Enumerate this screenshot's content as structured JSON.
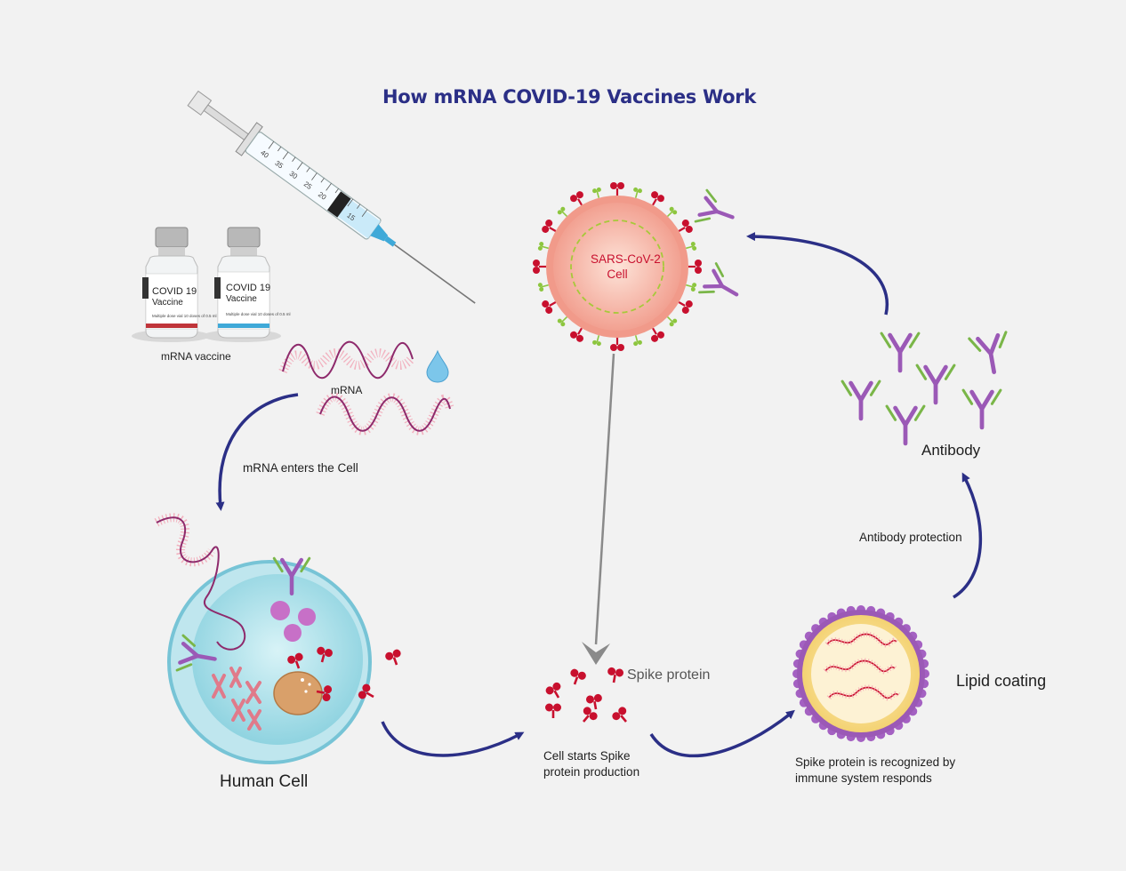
{
  "title": "How mRNA COVID-19 Vaccines Work",
  "vials": {
    "line1": "COVID 19",
    "line2": "Vaccine",
    "fine_print": "Multiple dose vial 10 doses of 0.5 ml",
    "caption": "mRNA vaccine",
    "band_colors": [
      "#c0353a",
      "#3fa9d8"
    ]
  },
  "syringe": {
    "scale": [
      "40",
      "35",
      "30",
      "25",
      "20",
      "15"
    ]
  },
  "labels": {
    "mrna": "mRNA",
    "mrna_enters": "mRNA enters the Cell",
    "human_cell": "Human Cell",
    "spike_protein": "Spike protein",
    "spike_production_1": "Cell starts Spike",
    "spike_production_2": "protein production",
    "recognized_1": "Spike protein is recognized by",
    "recognized_2": "immune system responds",
    "lipid_coating": "Lipid coating",
    "antibody_protection": "Antibody protection",
    "antibody": "Antibody",
    "virus_1": "SARS-CoV-2",
    "virus_2": "Cell"
  },
  "colors": {
    "title": "#2b2f86",
    "arrow": "#2b2f86",
    "spike": "#c8102e",
    "antibody_purple": "#9b59b6",
    "antibody_green": "#7ab648",
    "cell": "#8fd3e0",
    "virus": "#f7b6a7",
    "lipid": "#f5d97a"
  }
}
